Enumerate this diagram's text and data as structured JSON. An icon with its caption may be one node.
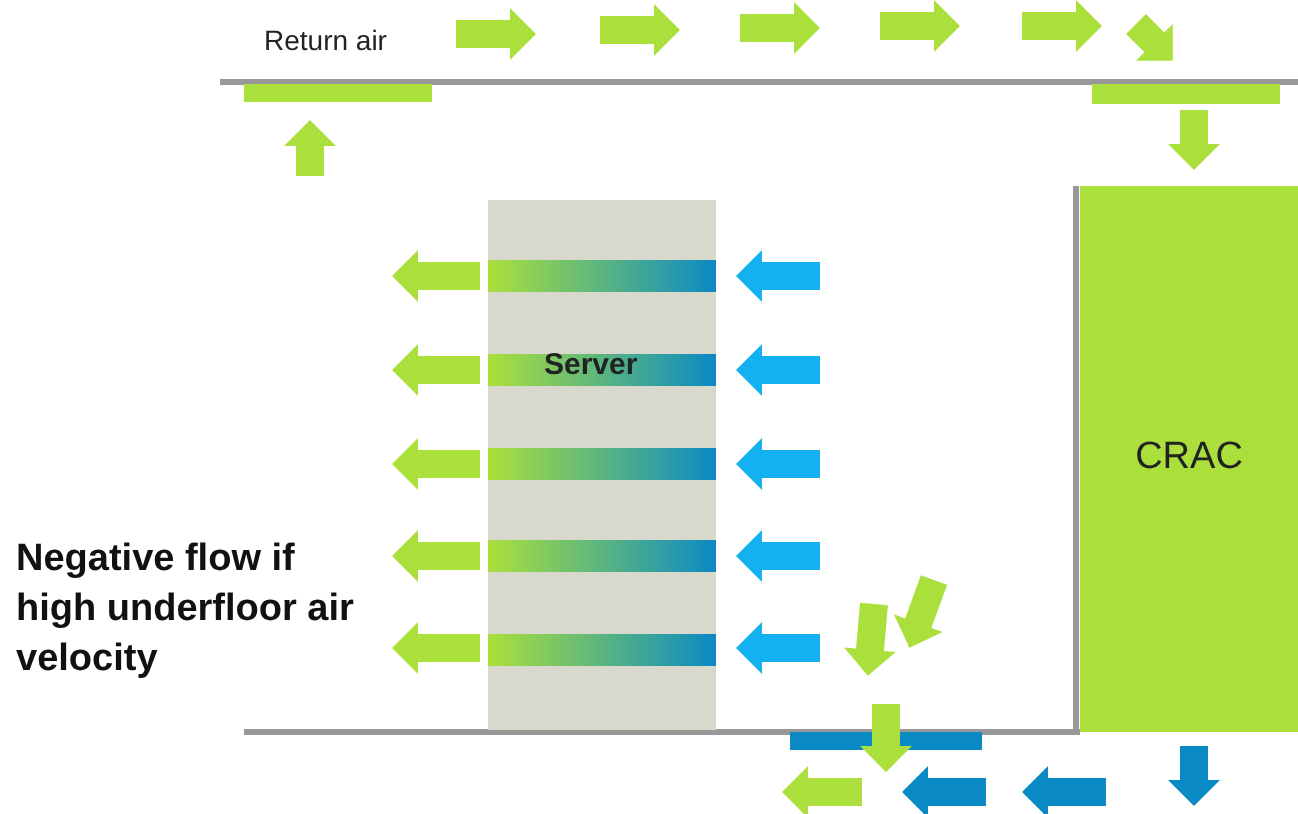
{
  "diagram": {
    "nodes": [
      {
        "text": [
          "Server"
        ]
      },
      {
        "text": [
          "CRAC"
        ]
      }
    ],
    "labels": [
      "Return air",
      "Negative flow if high underfloor air velocity"
    ]
  }
}
